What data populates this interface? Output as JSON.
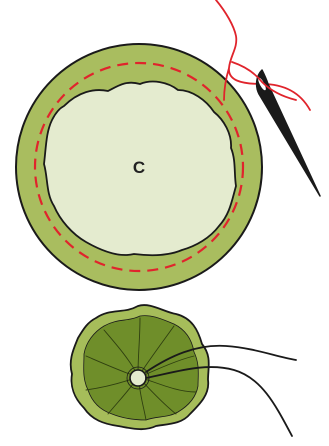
{
  "diagram": {
    "step_label": "C",
    "colors": {
      "fabric_ring": "#a9bd5f",
      "fabric_inner": "#e4ebcf",
      "fabric_edge": "#1a1a1a",
      "stitch_line": "#e0242c",
      "thread_red": "#e0242c",
      "needle": "#1a1a1a",
      "gathered_dark": "#6f8e2a",
      "gathered_light": "#a6bd5a",
      "thread_black": "#1a1a1a"
    },
    "icons": {
      "top": "fabric-circle-with-running-stitch",
      "needle": "sewing-needle-icon",
      "bottom": "gathered-fabric-yoyo"
    }
  }
}
